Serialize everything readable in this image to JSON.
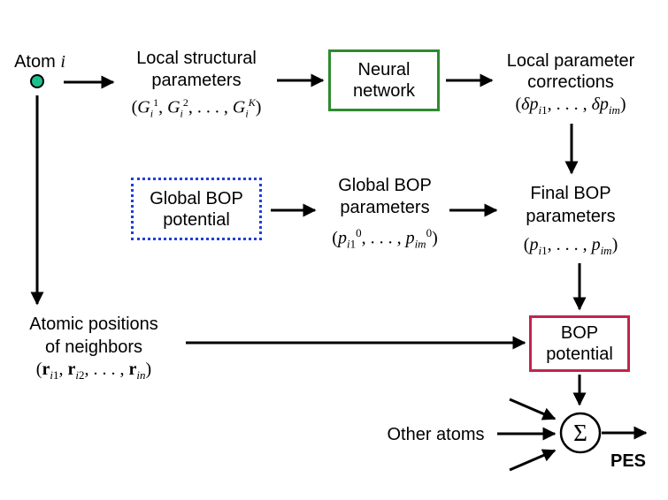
{
  "colors": {
    "neural_box": "#2e8b2e",
    "global_box": "#1f3fd9",
    "bop_box": "#c0264a",
    "atom_dot": "#1dbf8f"
  },
  "atom": {
    "label": "Atom",
    "symbol": "i"
  },
  "local_params": {
    "line1": "Local structural",
    "line2": "parameters",
    "formula": "(G_i^1, G_i^2, …, G_i^K)"
  },
  "neural": {
    "line1": "Neural",
    "line2": "network"
  },
  "corrections": {
    "line1": "Local parameter",
    "line2": "corrections",
    "formula": "(δp_i1, …, δp_im)"
  },
  "global_pot": {
    "line1": "Global BOP",
    "line2": "potential"
  },
  "global_params": {
    "line1": "Global BOP",
    "line2": "parameters",
    "formula": "(p_i1^0, …, p_im^0)"
  },
  "final_params": {
    "line1": "Final BOP",
    "line2": "parameters",
    "formula": "(p_i1, …, p_im)"
  },
  "positions": {
    "line1": "Atomic positions",
    "line2": "of neighbors",
    "formula": "(r_i1, r_i2, …, r_in)"
  },
  "bop_pot": {
    "line1": "BOP",
    "line2": "potential"
  },
  "other_atoms": "Other atoms",
  "sum_symbol": "Σ",
  "pes": "PES"
}
